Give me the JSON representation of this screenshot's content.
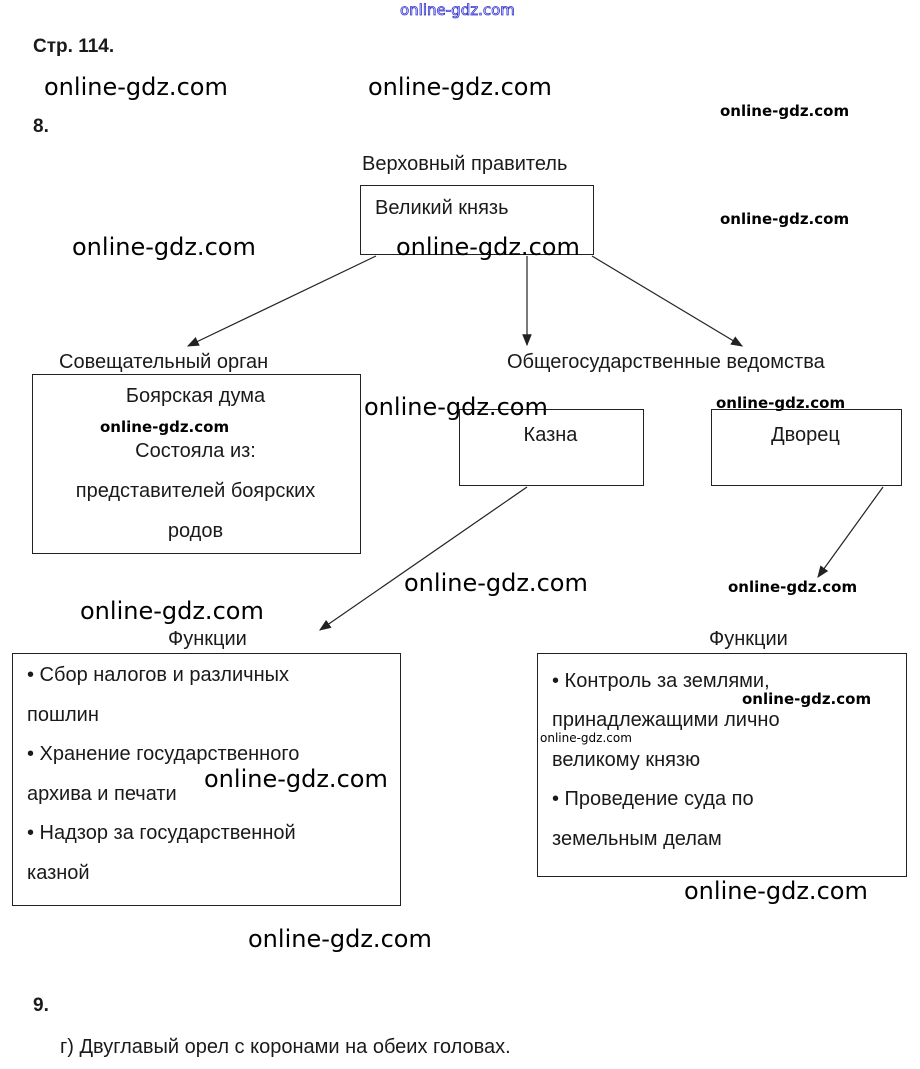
{
  "header": {
    "page_ref": "Стр. 114.",
    "task8": "8.",
    "task9": "9."
  },
  "diagram": {
    "top_label": "Верховный правитель",
    "top_box": "Великий князь",
    "left_label": "Совещательный орган",
    "right_label": "Общегосударственные ведомства",
    "duma_box": {
      "title": "Боярская дума",
      "lines": [
        "Состояла из:",
        "представителей боярских",
        "родов"
      ]
    },
    "kazna_box": "Казна",
    "dvorets_box": "Дворец",
    "kazna_functions": {
      "label": "Функции",
      "lines": [
        "• Сбор налогов и различных",
        "пошлин",
        "• Хранение государственного",
        "архива и печати",
        "• Надзор за государственной",
        "казной"
      ]
    },
    "dvorets_functions": {
      "label": "Функции",
      "lines": [
        "• Контроль за землями,",
        "принадлежащими лично",
        "великому князю",
        "• Проведение суда по",
        "земельным делам"
      ]
    }
  },
  "answer9": "г) Двуглавый орел с коронами на обеих головах.",
  "watermarks": [
    "online-gdz.com",
    "online-gdz.com",
    "online-gdz.com",
    "online-gdz.com",
    "online-gdz.com",
    "online-gdz.com",
    "online-gdz.com",
    "online-gdz.com",
    "online-gdz.com",
    "online-gdz.com",
    "online-gdz.com",
    "online-gdz.com",
    "online-gdz.com",
    "online-gdz.com",
    "online-gdz.com",
    "online-gdz.com",
    "online-gdz.com",
    "online-gdz.com"
  ]
}
